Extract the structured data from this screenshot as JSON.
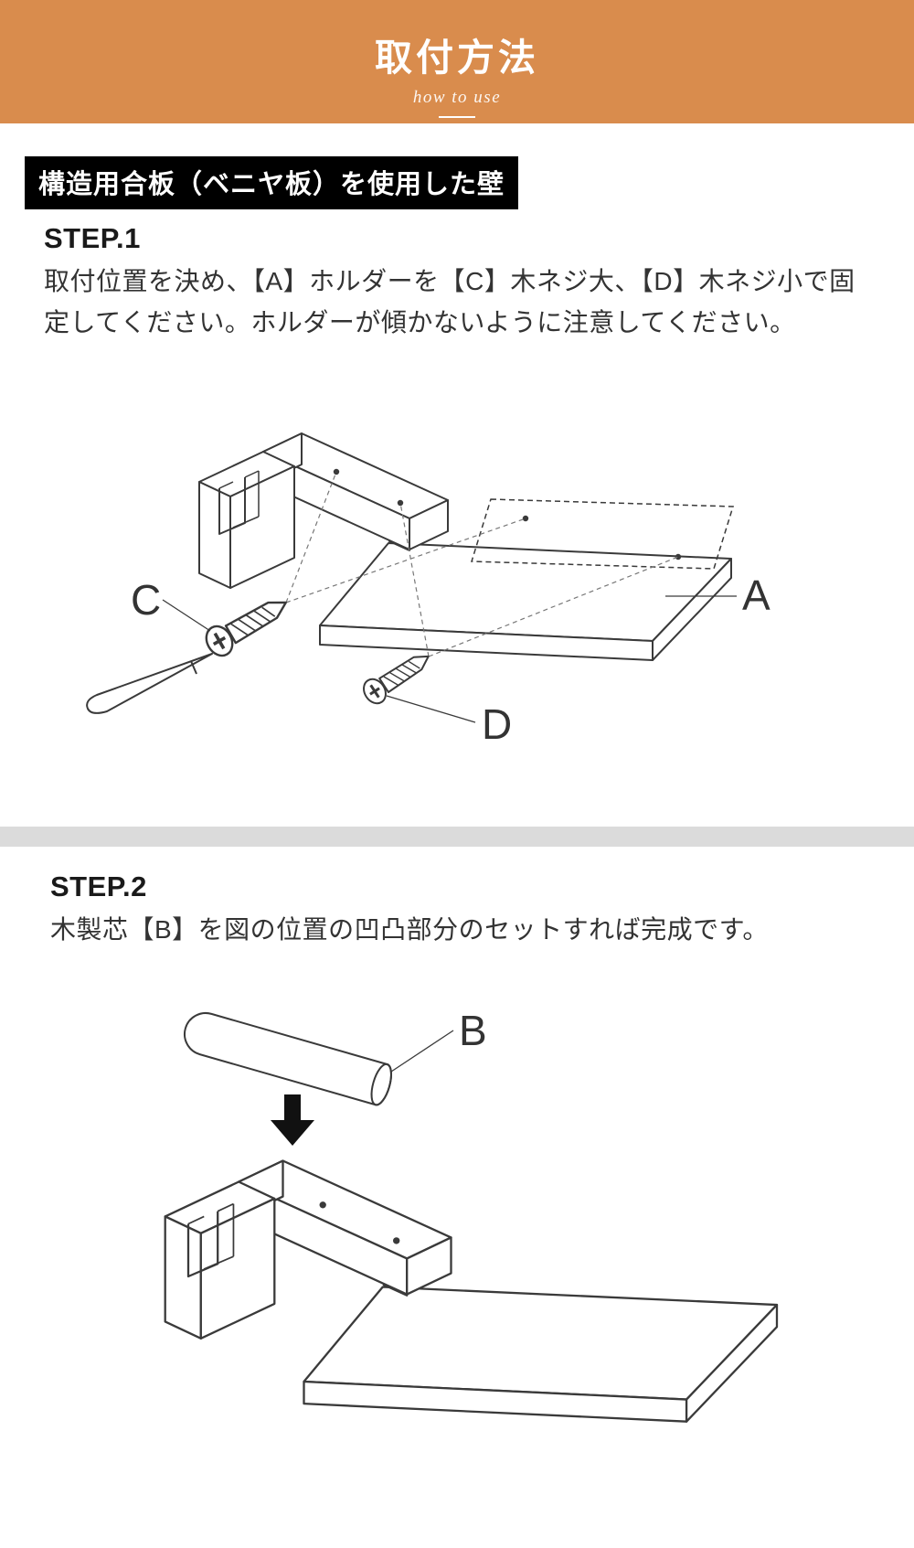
{
  "header": {
    "title": "取付方法",
    "subtitle": "how to use",
    "bg_color": "#D98C4D"
  },
  "section_banner": {
    "text": "構造用合板（ベニヤ板）を使用した壁",
    "bg_color": "#000000",
    "text_color": "#ffffff"
  },
  "step1": {
    "heading": "STEP.1",
    "body": "取付位置を決め、【A】ホルダーを【C】木ネジ大、【D】木ネジ小で固定してください。ホルダーが傾かないように注意してください。",
    "diagram_labels": {
      "holder": "A",
      "large_screw": "C",
      "small_screw": "D"
    }
  },
  "step2": {
    "heading": "STEP.2",
    "body": "木製芯【B】を図の位置の凹凸部分のセットすれば完成です。",
    "diagram_labels": {
      "dowel": "B"
    }
  },
  "colors": {
    "divider": "#DBDBDB",
    "line_art": "#3a3a3a",
    "arrow": "#111111"
  }
}
